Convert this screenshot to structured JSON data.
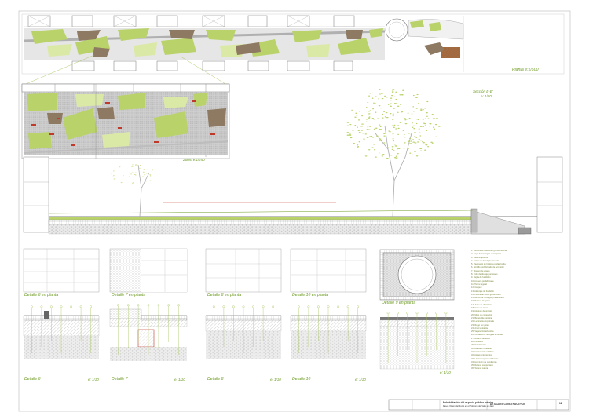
{
  "labels": {
    "plan": "Planta e:1/500",
    "zoom": "Zoom e:1/250",
    "section": "Sección E-E'",
    "section_scale": "e: 1/50",
    "d6_plan": "Detalle 6 en planta",
    "d7_plan": "Detalle 7 en planta",
    "d8_plan": "Detalle 8 en planta",
    "d10_plan": "Detalle 10 en planta",
    "d9_plan": "Detalle 9 en planta",
    "d6": "Detalle 6",
    "d7": "Detalle 7",
    "d8": "Detalle 8",
    "d10": "Detalle 10",
    "s10a": "e: 1/10",
    "s10b": "e: 1/10",
    "s10c": "e: 1/10",
    "s10d": "e: 1/10",
    "s10e": "e: 1/10"
  },
  "notes": [
    "1. Zahorra de diferentes granulometrías",
    "2. Capa de hormigón de limpieza",
    "3. Lámina geotextil",
    "4. Solera de hormigón armado",
    "5. Pavimento de baldosa prefabricada",
    "6. Bordillo prefabricado de hormigón",
    "7. Mortero de agarre",
    "8. Tubo de drenaje perforado",
    "9. Rejilla de fundición",
    "10. Arqueta prefabricada",
    "11. Tierra vegetal",
    "12. Césped",
    "13. Alcorque de fundición",
    "14. Pletina de acero galvanizado",
    "15. Banco de hormigón prefabricado",
    "16. Relleno de grava",
    "17. Junta de dilatación",
    "18. Capa de arena",
    "19. Adoquín de granito",
    "20. Muro de contención",
    "21. Barandilla metálica",
    "22. Luminaria empotrada",
    "23. Riego por goteo",
    "24. Árbol existente",
    "25. Vegetación arbustiva",
    "26. Canaleta de recogida de aguas",
    "27. Bolardo de acero",
    "28. Papelera",
    "29. Señalización",
    "30. Acabado fratasado",
    "31. Imprimación asfáltica",
    "32. Aislamiento térmico",
    "33. Lámina impermeabilizante",
    "34. Hormigón de pendientes",
    "35. Relleno compactado",
    "36. Terreno natural"
  ],
  "titleblock": {
    "project_line1": "Rehabilitación del espacio público interior",
    "project_line2": "Paseo Virgen del Rocío en el Polígono del Valle en Jaén",
    "sheet_title": "DETALLES CONSTRUCTIVOS",
    "sheet_number": "12"
  },
  "colors": {
    "green": "#b9d36a",
    "light_green": "#dbe9a7",
    "brown": "#8e7a62",
    "grey": "#c9c9c9",
    "label": "#6a9a1e",
    "red": "#c0392b"
  }
}
